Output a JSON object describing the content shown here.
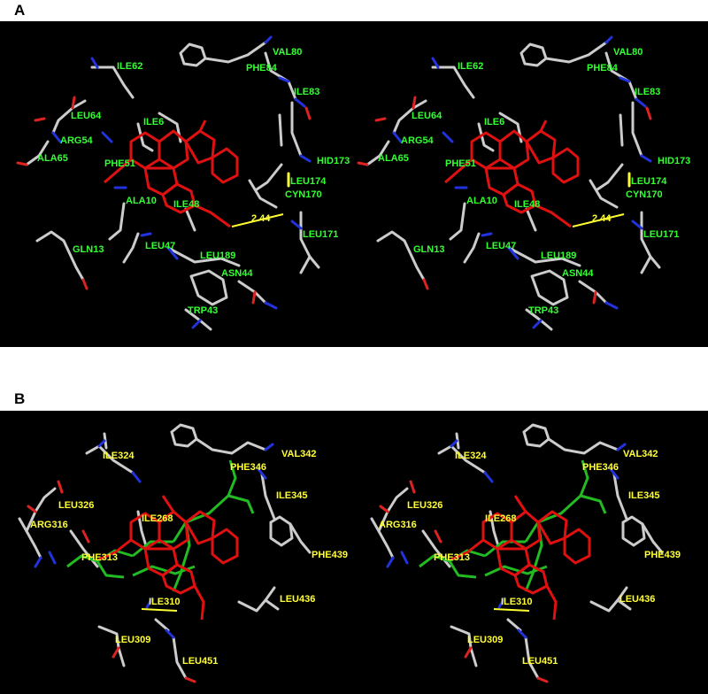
{
  "panelA": {
    "letter": "A",
    "distance": "2.44",
    "residues": [
      "VAL80",
      "ILE62",
      "PHE84",
      "ILE83",
      "LEU64",
      "ILE6",
      "ARG54",
      "ALA65",
      "HID173",
      "PHE51",
      "LEU174",
      "CYN170",
      "ALA10",
      "ILE48",
      "LEU171",
      "GLN13",
      "LEU47",
      "LEU189",
      "ASN44",
      "TRP43"
    ]
  },
  "panelB": {
    "letter": "B",
    "residues": [
      "ILE324",
      "VAL342",
      "PHE346",
      "LEU326",
      "ILE268",
      "ILE345",
      "ARG316",
      "PHE313",
      "PHE439",
      "LEU436",
      "ILE310",
      "LEU309",
      "LEU451"
    ]
  },
  "colors": {
    "background": "#000000",
    "labelA": "#33ff33",
    "labelB": "#ffff33",
    "ligand": "#e01010",
    "ligandB2": "#22bb22",
    "residue": "#cccccc",
    "nitrogen": "#2233dd",
    "oxygen": "#dd2222",
    "hbond": "#ffff33"
  }
}
